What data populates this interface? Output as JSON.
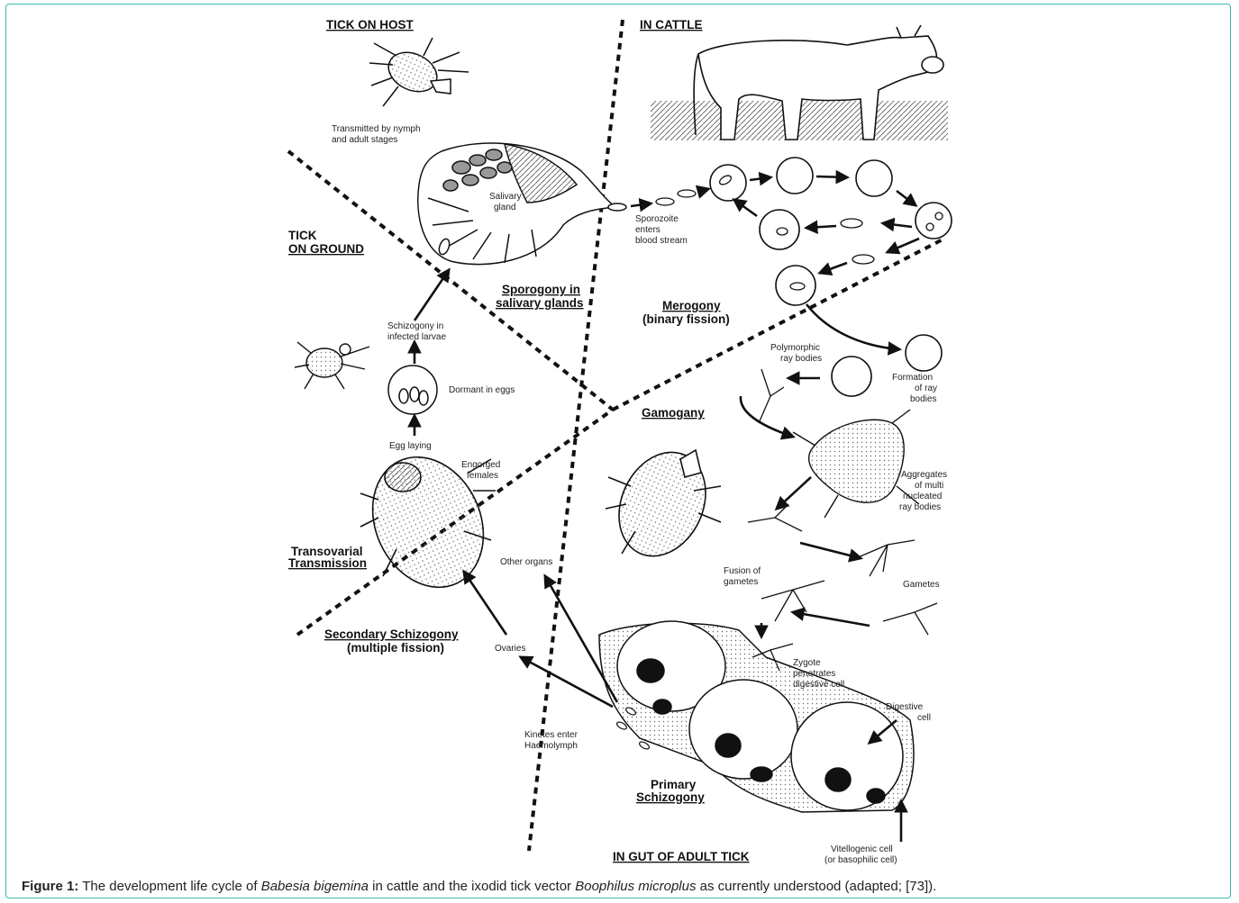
{
  "headings": {
    "tick_on_host": "TICK ON HOST",
    "in_cattle": "IN CATTLE",
    "tick_on_ground_1": "TICK",
    "tick_on_ground_2": "ON GROUND",
    "sporogony_1": "Sporogony in",
    "sporogony_2": "salivary glands",
    "merogony_1": "Merogony",
    "merogony_2": "(binary fission)",
    "gamogany": "Gamogany",
    "transovarial_1": "Transovarial",
    "transovarial_2": "Transmission",
    "secondary_1": "Secondary Schizogony",
    "secondary_2": "(multiple fission)",
    "primary_1": "Primary",
    "primary_2": "Schizogony",
    "in_gut": "IN GUT OF ADULT TICK"
  },
  "labels": {
    "transmitted_1": "Transmitted by nymph",
    "transmitted_2": "and adult stages",
    "salivary_1": "Salivary",
    "salivary_2": "gland",
    "sporozoite_1": "Sporozoite",
    "sporozoite_2": "enters",
    "sporozoite_3": "blood stream",
    "schizogony_larvae_1": "Schizogony in",
    "schizogony_larvae_2": "infected larvae",
    "dormant": "Dormant in eggs",
    "egg_laying": "Egg laying",
    "engorged_1": "Engorged",
    "engorged_2": "females",
    "polymorphic_1": "Polymorphic",
    "polymorphic_2": "ray bodies",
    "formation_1": "Formation",
    "formation_2": "of ray",
    "formation_3": "bodies",
    "aggregates_1": "Aggregates",
    "aggregates_2": "of multi",
    "aggregates_3": "nucleated",
    "aggregates_4": "ray bodies",
    "fusion_1": "Fusion of",
    "fusion_2": "gametes",
    "gametes": "Gametes",
    "other_organs": "Other organs",
    "ovaries": "Ovaries",
    "zygote_1": "Zygote",
    "zygote_2": "penetrates",
    "zygote_3": "digestive cell",
    "digestive_1": "Digestive",
    "digestive_2": "cell",
    "kinetes_1": "Kinetes enter",
    "kinetes_2": "Haemolymph",
    "vitellogenic_1": "Vitellogenic cell",
    "vitellogenic_2": "(or basophilic cell)"
  },
  "caption": {
    "prefix": "Figure 1:",
    "text_1": " The development life cycle of ",
    "species_1": "Babesia bigemina",
    "text_2": " in cattle and the ixodid tick vector ",
    "species_2": "Boophilus microplus",
    "text_3": " as currently understood (adapted; [73])."
  },
  "colors": {
    "frame": "#3fb7b0",
    "ink": "#111111"
  }
}
